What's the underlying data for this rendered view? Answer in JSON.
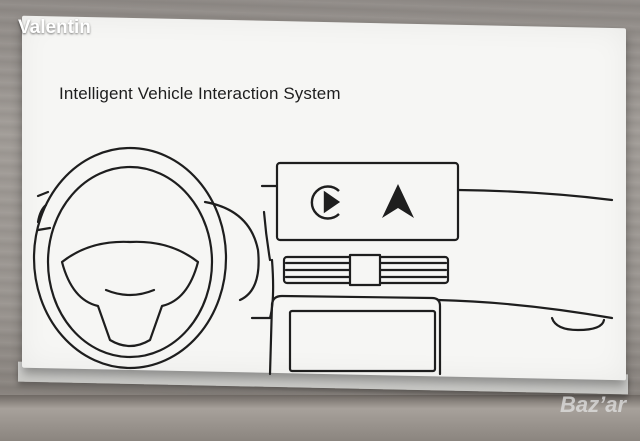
{
  "watermark": {
    "user": "Valentin",
    "logo": "Baz’ar"
  },
  "box": {
    "headline": "Intelligent Vehicle Interaction System"
  },
  "screen_icons": [
    "play-carplay-icon",
    "navigation-arrow-icon"
  ],
  "colors": {
    "box": "#f6f6f4",
    "line_art": "#1e1e1e",
    "table": "#99948f",
    "watermark": "#ffffff"
  }
}
